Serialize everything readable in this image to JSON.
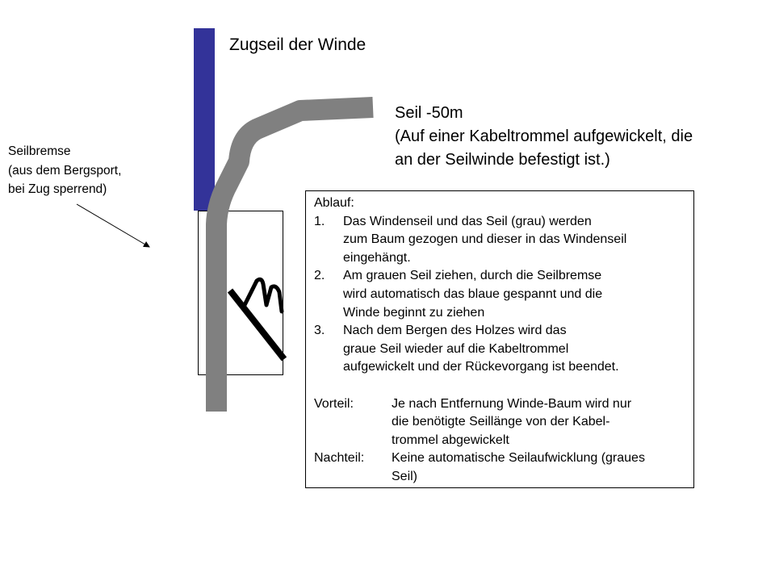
{
  "title": "Zugseil der Winde",
  "seil_label": [
    "Seil -50m",
    "(Auf einer Kabeltrommel aufgewickelt, die",
    "an der Seilwinde befestigt ist.)"
  ],
  "brake_label": [
    "Seilbremse",
    "(aus dem Bergsport,",
    "bei Zug sperrend)"
  ],
  "procedure": {
    "heading": "Ablauf:",
    "steps": [
      {
        "num": "1.",
        "lines": [
          "Das Windenseil und das Seil (grau) werden",
          "zum Baum gezogen und dieser in das Windenseil",
          "eingehängt."
        ]
      },
      {
        "num": "2.",
        "lines": [
          "Am grauen Seil ziehen, durch die Seilbremse",
          "wird automatisch das blaue gespannt und die",
          "Winde beginnt zu ziehen"
        ]
      },
      {
        "num": "3.",
        "lines": [
          "Nach dem Bergen des Holzes wird das",
          "graue Seil wieder auf die Kabeltrommel",
          "aufgewickelt und der Rückevorgang ist beendet."
        ]
      }
    ],
    "advantage": {
      "label": "Vorteil:",
      "lines": [
        "Je nach Entfernung Winde-Baum wird nur",
        "die benötigte Seillänge von der Kabel-",
        "trommel abgewickelt"
      ]
    },
    "disadvantage": {
      "label": "Nachteil:",
      "lines": [
        "Keine automatische Seilaufwicklung (graues",
        "Seil)"
      ]
    }
  },
  "colors": {
    "winch_rope": "#333399",
    "grey_rope": "#808080"
  }
}
